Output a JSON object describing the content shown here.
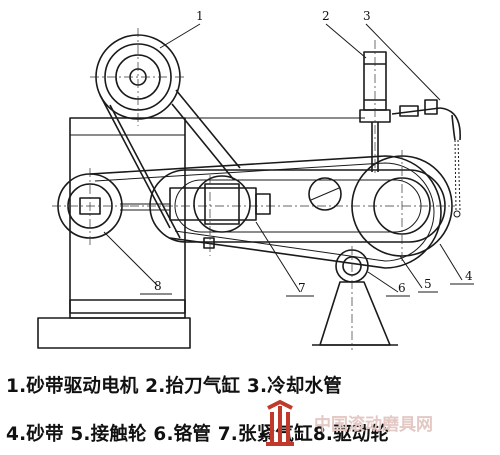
{
  "diagram": {
    "callouts": [
      {
        "id": 1,
        "text": "1"
      },
      {
        "id": 2,
        "text": "2"
      },
      {
        "id": 3,
        "text": "3"
      },
      {
        "id": 4,
        "text": "4"
      },
      {
        "id": 5,
        "text": "5"
      },
      {
        "id": 6,
        "text": "6"
      },
      {
        "id": 7,
        "text": "7"
      },
      {
        "id": 8,
        "text": "8"
      }
    ],
    "legend_lines": [
      "1.砂带驱动电机 2.抬刀气缸 3.冷却水管",
      "4.砂带 5.接触轮 6.铬管 7.张紧气缸8.驱动轮"
    ],
    "logo": {
      "watermark_text": "中国滚动磨具网",
      "color": "#c0392b"
    }
  }
}
